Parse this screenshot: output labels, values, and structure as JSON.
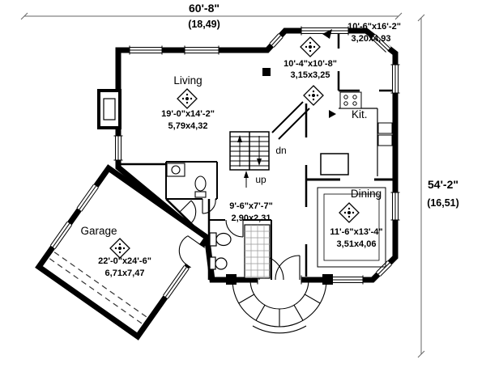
{
  "plan": {
    "overall_width": {
      "imperial": "60'-8\"",
      "metric": "(18,49)"
    },
    "overall_depth": {
      "imperial": "54'-2\"",
      "metric": "(16,51)"
    },
    "rooms": {
      "living": {
        "label": "Living",
        "imperial": "19'-0\"x14'-2\"",
        "metric": "5,79x4,32"
      },
      "nook": {
        "imperial": "10'-4\"x10'-8\"",
        "metric": "3,15x3,25"
      },
      "upper_right": {
        "imperial": "10'-6\"x16'-2\"",
        "metric": "3,20x4,93"
      },
      "kitchen": {
        "label": "Kit."
      },
      "hall": {
        "imperial": "9'-6\"x7'-7\"",
        "metric": "2,90x2,31"
      },
      "dining": {
        "label": "Dining",
        "imperial": "11'-6\"x13'-4\"",
        "metric": "3,51x4,06"
      },
      "garage": {
        "label": "Garage",
        "imperial": "22'-0\"x24'-6\"",
        "metric": "6,71x7,47"
      }
    },
    "stairs": {
      "down": "dn",
      "up": "up"
    },
    "colors": {
      "wall": "#000000",
      "background": "#ffffff",
      "dimension_line": "#666666"
    }
  }
}
